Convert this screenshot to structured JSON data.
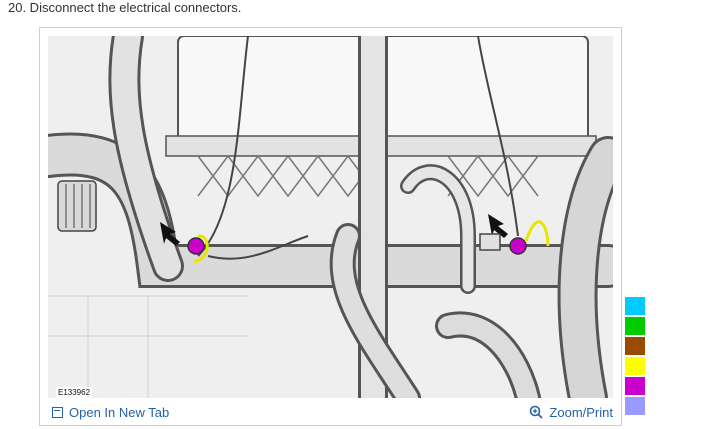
{
  "step": {
    "text": "20. Disconnect the electrical connectors."
  },
  "figure": {
    "id_label": "E133962",
    "open_link": "Open In New Tab",
    "zoom_link": "Zoom/Print",
    "open_icon": "open-in-new-tab-icon",
    "zoom_icon": "magnifier-plus-icon"
  },
  "swatches": [
    {
      "name": "cyan",
      "color": "#00ccff"
    },
    {
      "name": "green",
      "color": "#00cc00"
    },
    {
      "name": "brown",
      "color": "#994c00"
    },
    {
      "name": "yellow",
      "color": "#ffff00"
    },
    {
      "name": "magenta",
      "color": "#cc00cc"
    },
    {
      "name": "lavender",
      "color": "#9999ff"
    }
  ]
}
